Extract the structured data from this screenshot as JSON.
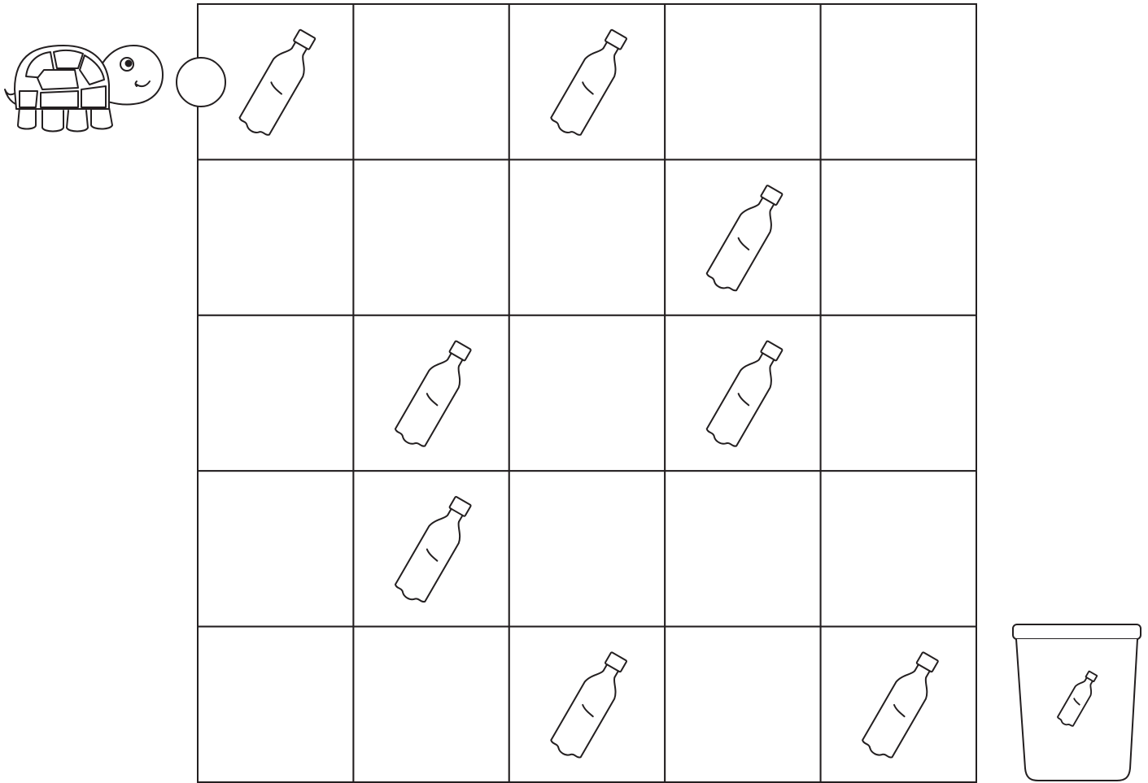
{
  "board": {
    "rows": 5,
    "cols": 5,
    "line_color": "#231f20",
    "background": "#ffffff",
    "cells": [
      [
        "bottle",
        "empty",
        "bottle",
        "empty",
        "empty"
      ],
      [
        "empty",
        "empty",
        "empty",
        "bottle",
        "empty"
      ],
      [
        "empty",
        "bottle",
        "empty",
        "bottle",
        "empty"
      ],
      [
        "empty",
        "bottle",
        "empty",
        "empty",
        "empty"
      ],
      [
        "empty",
        "empty",
        "bottle",
        "empty",
        "bottle"
      ]
    ]
  },
  "player": {
    "character": "turtle-icon",
    "start_row": 0,
    "start_marker": "circle-marker"
  },
  "goal": {
    "icon": "trash-bin-icon",
    "contains": "bottle-icon",
    "row": 4
  },
  "item_icon": "bottle-icon"
}
